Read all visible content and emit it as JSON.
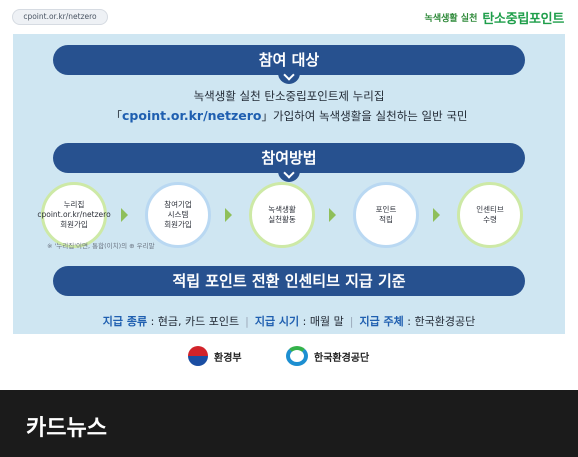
{
  "header": {
    "url_text": "cpoint.or.kr/netzero",
    "brand_small": "녹색생활 실천",
    "brand_big": "탄소중립포인트"
  },
  "section1": {
    "title": "참여 대상",
    "line1": "녹색생활 실천 탄소중립포인트제 누리집",
    "line2_prefix": "「",
    "line2_url": "cpoint.or.kr/netzero",
    "line2_suffix": "」가입하여 녹색생활을 실천하는 일반 국민"
  },
  "section2": {
    "title": "참여방법",
    "steps": [
      "누리집\ncpoint.or.kr/netzero\n회원가입",
      "참여기업\n시스템\n회원가입",
      "녹색생활\n실천활동",
      "포인트\n적립",
      "인센티브\n수령"
    ],
    "note": "※ '누리집'이면, 통합(이치)의 ⊕ 우리말"
  },
  "section3": {
    "title": "적립 포인트 전환 인센티브 지급 기준",
    "items": [
      {
        "key": "지급 종류",
        "value": "현금, 카드 포인트"
      },
      {
        "key": "지급 시기",
        "value": "매월 말"
      },
      {
        "key": "지급 주체",
        "value": "한국환경공단"
      }
    ]
  },
  "logos": {
    "ministry": "환경부",
    "agency": "한국환경공단"
  },
  "footer": {
    "title": "카드뉴스"
  }
}
